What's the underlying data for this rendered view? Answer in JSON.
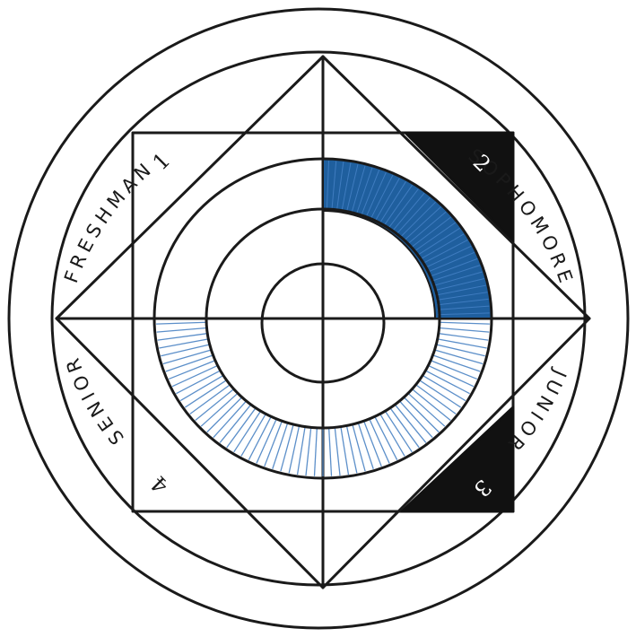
{
  "ring_labels": {
    "freshman": "FRESHMAN",
    "sophomore": "SOPHOMORE",
    "junior": "JUNIOR",
    "senior": "SENIOR"
  },
  "corner_numbers": {
    "one": "1",
    "two": "2",
    "three": "3",
    "four": "4"
  },
  "colors": {
    "ink": "#1a1a1a",
    "accent_blue": "#1f5f9e",
    "hatch_blue": "#5c8fc9",
    "paper": "#ffffff"
  }
}
